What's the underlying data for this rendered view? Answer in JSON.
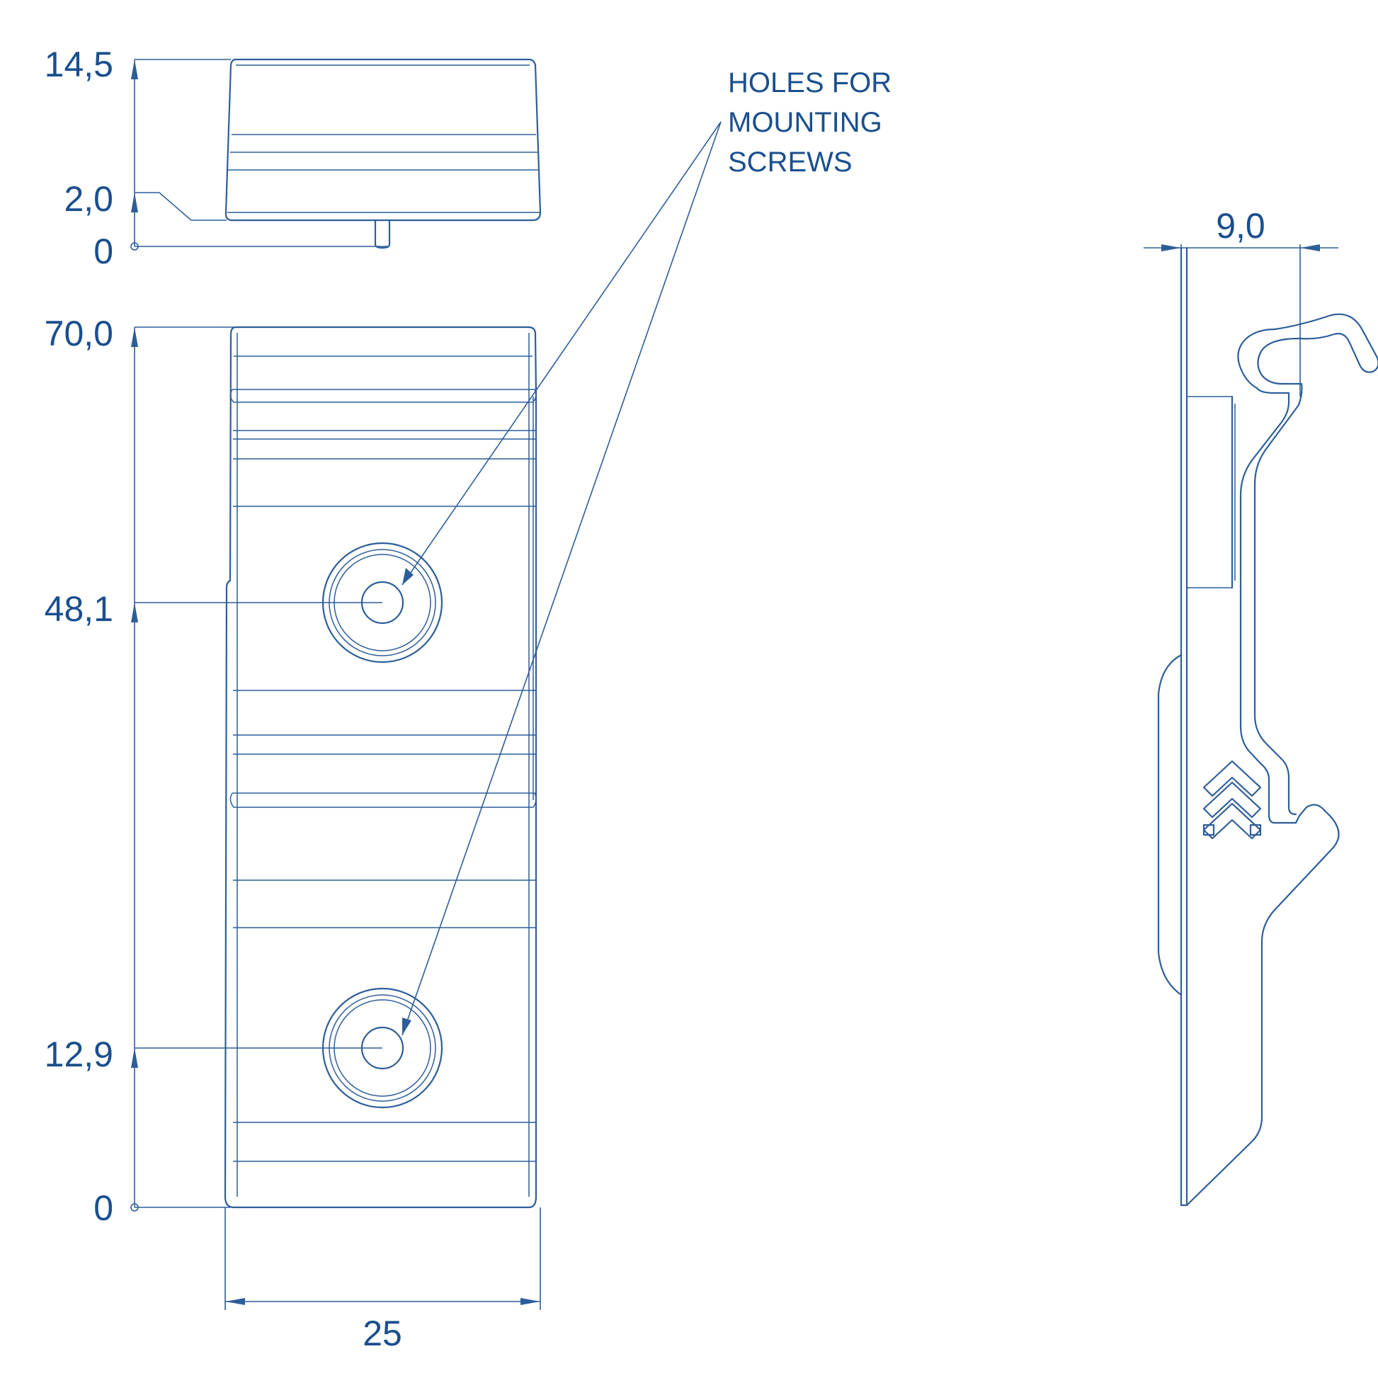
{
  "colors": {
    "line": "#2d5e99",
    "text": "#1a4f8e",
    "background": "#ffffff"
  },
  "top_view": {
    "dims": [
      "14,5",
      "2,0",
      "0"
    ]
  },
  "front_view": {
    "dims": [
      "70,0",
      "48,1",
      "12,9",
      "0"
    ],
    "width": "25"
  },
  "side_view": {
    "width": "9,0"
  },
  "annotation": {
    "lines": [
      "HOLES FOR",
      "MOUNTING",
      "SCREWS"
    ]
  },
  "icons": {
    "logo": "chevron-mark-icon"
  }
}
